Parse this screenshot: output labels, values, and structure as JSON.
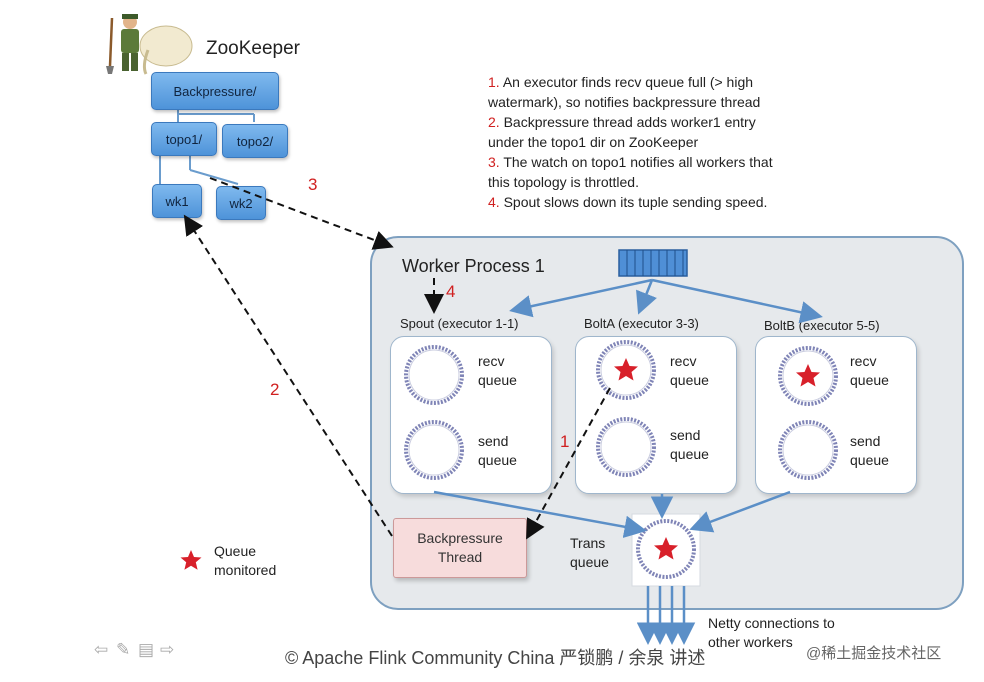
{
  "zookeeper": {
    "title": "ZooKeeper",
    "nodes": {
      "backpressure": "Backpressure/",
      "topo1": "topo1/",
      "topo2": "topo2/",
      "wk1": "wk1",
      "wk2": "wk2"
    }
  },
  "steps": [
    {
      "num": "1.",
      "text": "An executor finds recv queue full (> high"
    },
    {
      "num": "",
      "text": "watermark), so notifies backpressure thread"
    },
    {
      "num": "2.",
      "text": "Backpressure thread adds worker1 entry"
    },
    {
      "num": "",
      "text": "under the topo1 dir on ZooKeeper"
    },
    {
      "num": "3.",
      "text": "The watch on topo1 notifies all workers that"
    },
    {
      "num": "",
      "text": "this topology is throttled."
    },
    {
      "num": "4.",
      "text": "Spout slows down its tuple sending speed."
    }
  ],
  "worker": {
    "title": "Worker Process 1",
    "executors": [
      {
        "label": "Spout (executor 1-1)",
        "recv1": "recv",
        "recv2": "queue",
        "send1": "send",
        "send2": "queue"
      },
      {
        "label": "BoltA (executor 3-3)",
        "recv1": "recv",
        "recv2": "queue",
        "send1": "send",
        "send2": "queue"
      },
      {
        "label": "BoltB (executor 5-5)",
        "recv1": "recv",
        "recv2": "queue",
        "send1": "send",
        "send2": "queue"
      }
    ],
    "backpressure_thread": {
      "line1": "Backpressure",
      "line2": "Thread"
    },
    "trans_queue": {
      "line1": "Trans",
      "line2": "queue"
    },
    "netty": {
      "line1": "Netty connections to",
      "line2": "other workers"
    }
  },
  "arrow_labels": {
    "a1": "1",
    "a2": "2",
    "a3": "3",
    "a4": "4"
  },
  "legend": {
    "line1": "Queue",
    "line2": "monitored"
  },
  "footer": "© Apache Flink Community China  严锁鹏 / 余泉 讲述",
  "watermark": "@稀土掘金技术社区",
  "colors": {
    "accent": "#4e93d9",
    "arrow_blue": "#5b8fc7",
    "star_red": "#d8202a",
    "bp_fill": "#f7dcdc"
  }
}
